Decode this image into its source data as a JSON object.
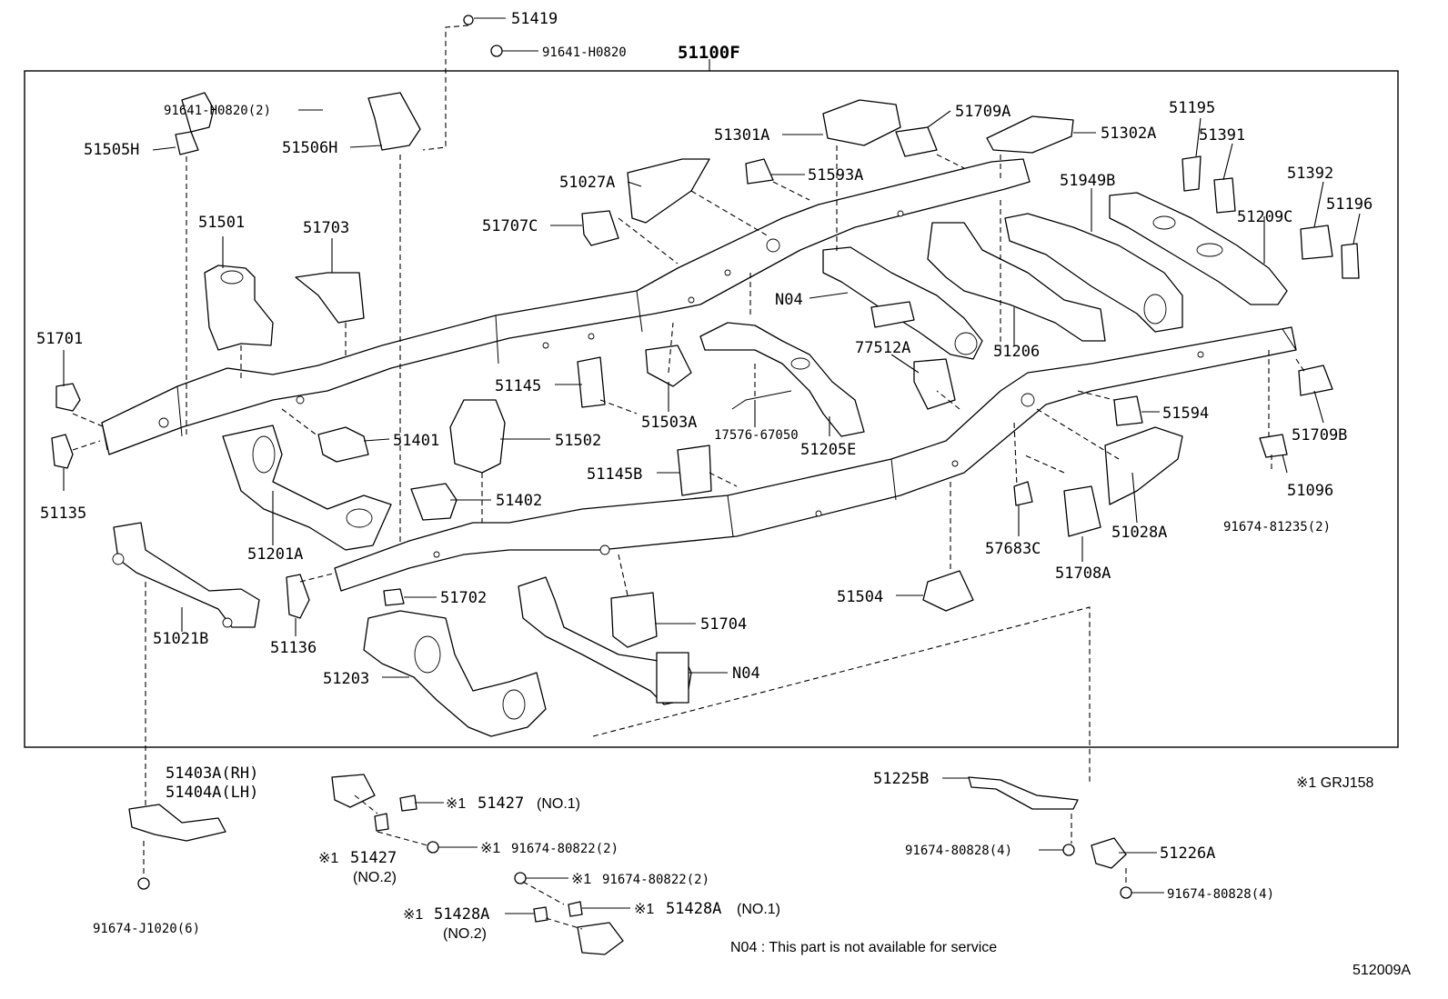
{
  "diagram_id": "512009A",
  "assembly_label": "51100F",
  "footnote": "※1 GRJ158",
  "note_n04": "N04 : This part is not available for service",
  "labels": {
    "p51419": "51419",
    "p91641_top": "91641-H0820",
    "p91641_2": "91641-H0820(2)",
    "p51505H": "51505H",
    "p51506H": "51506H",
    "p51501": "51501",
    "p51703": "51703",
    "p51701": "51701",
    "p51135": "51135",
    "p51401": "51401",
    "p51502": "51502",
    "p51402": "51402",
    "p51201A": "51201A",
    "p51021B": "51021B",
    "p51136": "51136",
    "p51702": "51702",
    "p51203": "51203",
    "p51704": "51704",
    "p_n04_bottom": "N04",
    "p51027A": "51027A",
    "p51707C": "51707C",
    "p51301A": "51301A",
    "p51593A": "51593A",
    "p51709A": "51709A",
    "p51302A": "51302A",
    "p51195": "51195",
    "p51391": "51391",
    "p51392": "51392",
    "p51196": "51196",
    "p51949B": "51949B",
    "p51209C": "51209C",
    "p_n04_mid": "N04",
    "p51206": "51206",
    "p77512A": "77512A",
    "p51145": "51145",
    "p51503A": "51503A",
    "p17576": "17576-67050",
    "p51205E": "51205E",
    "p51145B": "51145B",
    "p51594": "51594",
    "p51709B": "51709B",
    "p51096": "51096",
    "p91674_81235": "91674-81235(2)",
    "p51028A": "51028A",
    "p57683C": "57683C",
    "p51708A": "51708A",
    "p51504": "51504",
    "p51403A": "51403A(RH)",
    "p51404A": "51404A(LH)",
    "p91674_J1020": "91674-J1020(6)",
    "p51427_1": "51427",
    "p51427_1_note": "(NO.1)",
    "p51427_2": "51427",
    "p51427_2_note": "(NO.2)",
    "p91674_80822_a": "91674-80822(2)",
    "p91674_80822_b": "91674-80822(2)",
    "p51428A_2": "51428A",
    "p51428A_2_note": "(NO.2)",
    "p51428A_1": "51428A",
    "p51428A_1_note": "(NO.1)",
    "p51225B": "51225B",
    "p91674_80828_a": "91674-80828(4)",
    "p51226A": "51226A",
    "p91674_80828_b": "91674-80828(4)",
    "mark": "※1"
  }
}
